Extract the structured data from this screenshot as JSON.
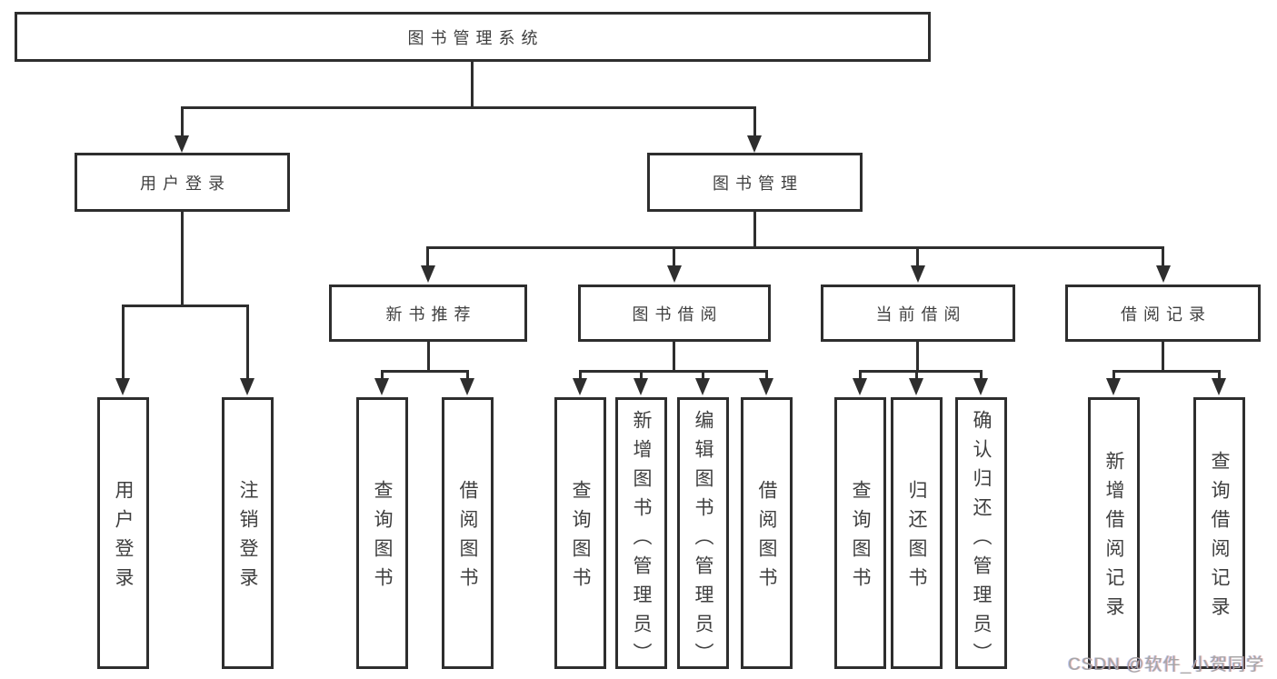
{
  "diagram": {
    "root": {
      "label": "图书管理系统"
    },
    "level2": {
      "user_login": {
        "label": "用户登录"
      },
      "book_management": {
        "label": "图书管理"
      }
    },
    "level3": {
      "new_book_recommend": {
        "label": "新书推荐"
      },
      "book_borrow": {
        "label": "图书借阅"
      },
      "current_borrow": {
        "label": "当前借阅"
      },
      "borrow_records": {
        "label": "借阅记录"
      }
    },
    "leaves": {
      "user_login": [
        {
          "label": "用户登录"
        },
        {
          "label": "注销登录"
        }
      ],
      "new_book_recommend": [
        {
          "label": "查询图书"
        },
        {
          "label": "借阅图书"
        }
      ],
      "book_borrow": [
        {
          "label": "查询图书"
        },
        {
          "label": "新增图书（管理员）"
        },
        {
          "label": "编辑图书（管理员）"
        },
        {
          "label": "借阅图书"
        }
      ],
      "current_borrow": [
        {
          "label": "查询图书"
        },
        {
          "label": "归还图书"
        },
        {
          "label": "确认归还（管理员）"
        }
      ],
      "borrow_records": [
        {
          "label": "新增借阅记录"
        },
        {
          "label": "查询借阅记录"
        }
      ]
    }
  },
  "watermark": {
    "text": "CSDN @软件_小贺同学"
  },
  "colors": {
    "line": "#2e2e2e",
    "text": "#3f3f3f",
    "watermark": "#a6a6a6",
    "background": "#ffffff"
  }
}
